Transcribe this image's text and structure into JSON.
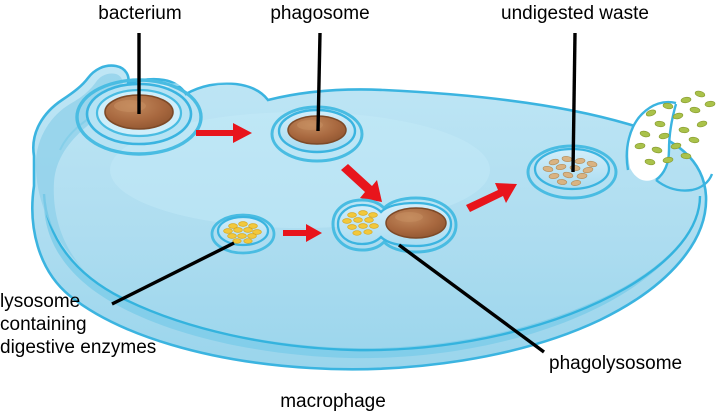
{
  "figure": {
    "title_visible": false,
    "subject": "macrophage phagocytosis",
    "background_color": "#ffffff"
  },
  "labels": {
    "bacterium": "bacterium",
    "phagosome": "phagosome",
    "undigested_waste": "undigested waste",
    "lysosome_line1": "lysosome",
    "lysosome_line2": "containing",
    "lysosome_line3": "digestive enzymes",
    "phagolysosome": "phagolysosome",
    "macrophage": "macrophage"
  },
  "colors": {
    "cytoplasm": "#aaddf0",
    "cytoplasm_light": "#bfe6f5",
    "cytoplasm_shade": "#8fd0ea",
    "membrane_band": "#63c6e8",
    "membrane_stroke": "#34b3de",
    "vesicle_fill": "#bfe6f5",
    "vesicle_stroke": "#3bb4e0",
    "bacterium_fill": "#a8683f",
    "bacterium_light": "#c08355",
    "bacterium_stroke": "#7d4a28",
    "enzyme_granule": "#f2c83c",
    "enzyme_granule_stroke": "#d9a81f",
    "waste_particle": "#d9b382",
    "waste_particle_stroke": "#b5905f",
    "expelled_particle": "#aac24a",
    "expelled_particle_stroke": "#8a9e33",
    "arrow": "#e8151c",
    "leader_line": "#000000",
    "text": "#000000"
  },
  "stages": [
    {
      "id": "engulfment",
      "name": "bacterium engulfed by membrane folds",
      "contents": "bacterium"
    },
    {
      "id": "phagosome",
      "name": "phagosome vesicle",
      "contents": "bacterium"
    },
    {
      "id": "lysosome",
      "name": "lysosome containing digestive enzymes",
      "contents": "enzyme granules"
    },
    {
      "id": "phagolysosome",
      "name": "phagolysosome fusion",
      "contents": "enzyme granules and bacterium"
    },
    {
      "id": "waste",
      "name": "vesicle of undigested waste",
      "contents": "waste particles"
    },
    {
      "id": "exocytosis",
      "name": "waste expelled from cell",
      "contents": "expelled particles"
    }
  ],
  "arrows": [
    {
      "from": "engulfment",
      "to": "phagosome",
      "direction": "right"
    },
    {
      "from": "phagosome",
      "to": "phagolysosome",
      "direction": "down-right"
    },
    {
      "from": "lysosome",
      "to": "phagolysosome",
      "direction": "right"
    },
    {
      "from": "phagolysosome",
      "to": "waste",
      "direction": "up-right"
    }
  ]
}
